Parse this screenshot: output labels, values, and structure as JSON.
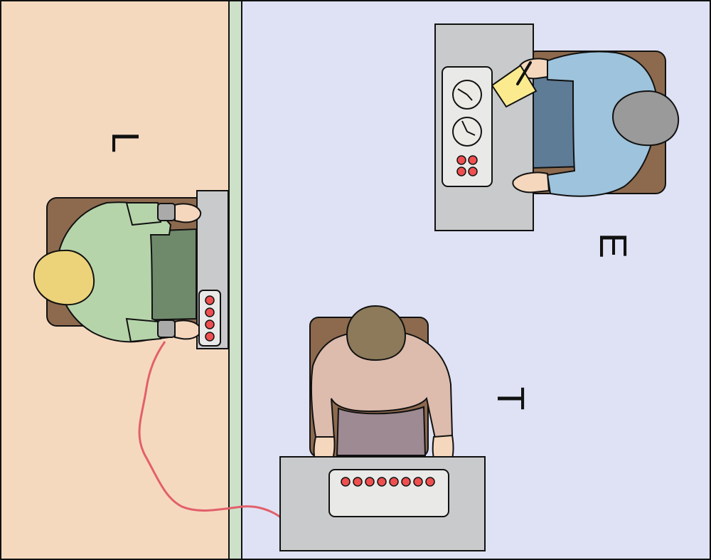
{
  "labels": {
    "learner": "L",
    "experimenter": "E",
    "teacher": "T"
  },
  "colors": {
    "learner_room": "#f5d9bf",
    "main_room": "#dfe2f4",
    "wall": "#cde1c9",
    "desk": "#c9cacb",
    "panel": "#e9eae7",
    "button": "#ef4f4f",
    "chair": "#8d6a4e",
    "skin": "#f4d7bd",
    "wire": "#e2606a",
    "paper": "#fbeb8e",
    "learner_shirt": "#b6d4aa",
    "learner_pants": "#6f8a6b",
    "learner_hair": "#ecd37a",
    "strap": "#aaaaaa",
    "experimenter_shirt": "#9ec3dc",
    "experimenter_pants": "#5e7c96",
    "experimenter_hair": "#9a9a9a",
    "teacher_shirt": "#ddbcad",
    "teacher_pants": "#9e8a93",
    "teacher_hair": "#8c7a5a"
  },
  "teacher_panel_buttons": 8,
  "learner_panel_buttons": 4,
  "experimenter_panel_buttons": 4
}
